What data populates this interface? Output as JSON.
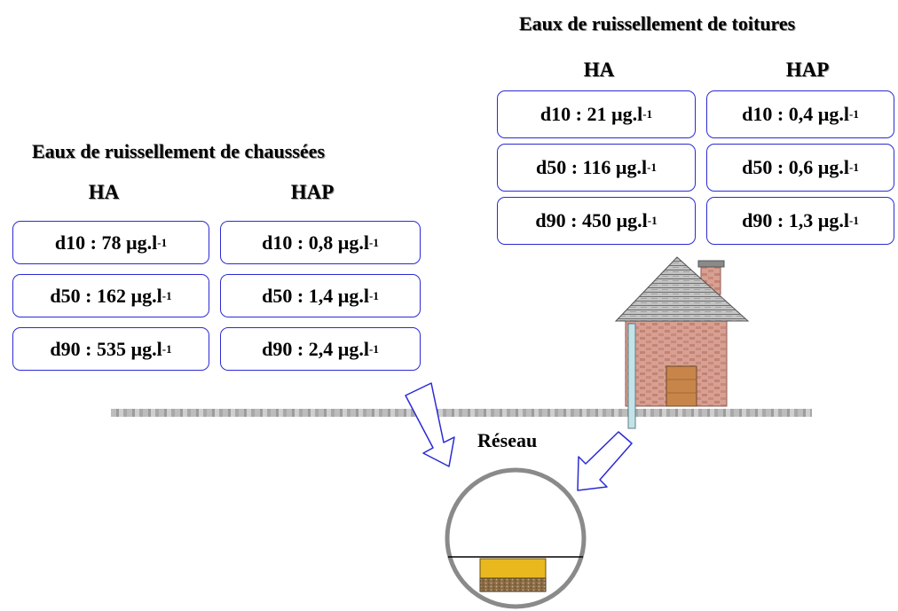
{
  "roads": {
    "title": "Eaux de ruissellement de chaussées",
    "col_ha": "HA",
    "col_hap": "HAP",
    "ha": [
      {
        "label": "d10 : 78 µg.l",
        "exp": "-1"
      },
      {
        "label": "d50 : 162 µg.l",
        "exp": "-1"
      },
      {
        "label": "d90 : 535 µg.l",
        "exp": "-1"
      }
    ],
    "hap": [
      {
        "label": "d10 : 0,8 µg.l",
        "exp": "-1"
      },
      {
        "label": "d50 : 1,4 µg.l",
        "exp": "-1"
      },
      {
        "label": "d90 : 2,4 µg.l",
        "exp": "-1"
      }
    ]
  },
  "roofs": {
    "title": "Eaux de ruissellement de toitures",
    "col_ha": "HA",
    "col_hap": "HAP",
    "ha": [
      {
        "label": "d10 : 21 µg.l",
        "exp": "-1"
      },
      {
        "label": "d50 : 116 µg.l",
        "exp": "-1"
      },
      {
        "label": "d90 : 450 µg.l",
        "exp": "-1"
      }
    ],
    "hap": [
      {
        "label": "d10 : 0,4 µg.l",
        "exp": "-1"
      },
      {
        "label": "d50 : 0,6 µg.l",
        "exp": "-1"
      },
      {
        "label": "d90 : 1,3 µg.l",
        "exp": "-1"
      }
    ]
  },
  "network_label": "Réseau",
  "colors": {
    "box_border": "#2b2bd4",
    "pipe": "#8a8a8a",
    "sediment_top": "#e8b81e",
    "sediment_bottom": "#8a6a40",
    "brick": "#d49a8e",
    "roof": "#b8b8b8",
    "door": "#c98a4a",
    "downpipe": "#bfe0e6"
  }
}
